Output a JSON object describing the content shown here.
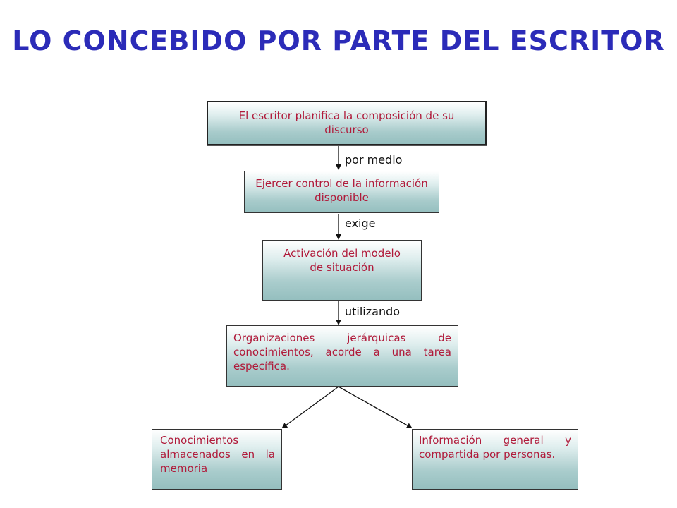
{
  "title": "LO CONCEBIDO POR PARTE DEL ESCRITOR",
  "nodes": {
    "planifica": "El escritor planifica la composición de su discurso",
    "control": "Ejercer control de la información disponible",
    "activacion": "Activación del modelo de situación",
    "organizaciones": "Organizaciones jerárquicas de conocimientos, acorde a una tarea específica.",
    "conocimientos": "Conocimientos almacenados en la memoria",
    "informacion": "Información general y compartida por personas."
  },
  "edges": {
    "por_medio": "por medio",
    "exige": "exige",
    "utilizando": "utilizando"
  },
  "colors": {
    "title": "#2b2bb8",
    "node_text": "#b01a3a",
    "node_fill_bottom": "#95bfbf"
  }
}
